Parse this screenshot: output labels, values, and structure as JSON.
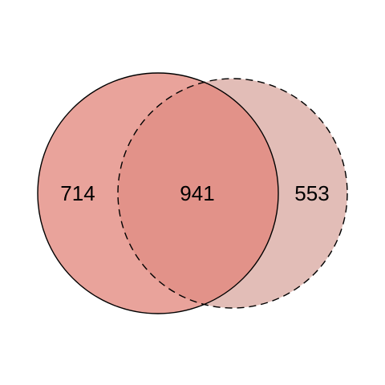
{
  "venn": {
    "sets": [
      {
        "id": "set-a",
        "fill": "#e2847a",
        "stroke": "#000000",
        "stroke_style": "solid",
        "only_count": "714"
      },
      {
        "id": "set-b",
        "fill": "#d5a198",
        "stroke": "#000000",
        "stroke_style": "dashed",
        "only_count": "553"
      }
    ],
    "intersection": {
      "count": "941"
    }
  }
}
